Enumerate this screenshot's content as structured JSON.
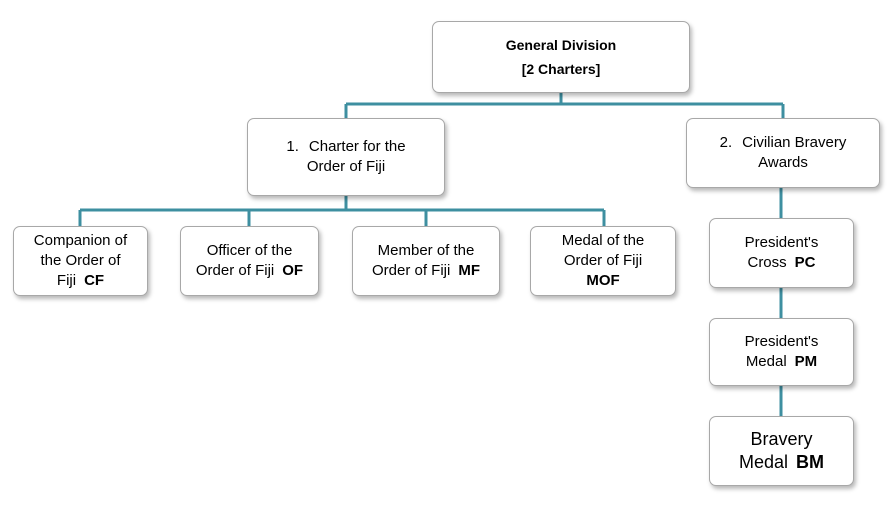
{
  "colors": {
    "connector": "#3e8fa0",
    "box_border": "#a8a8a8"
  },
  "root": {
    "line1": "General Division",
    "line2": "[2 Charters]"
  },
  "charter1": {
    "number": "1.",
    "line1": "Charter for the",
    "line2": "Order of Fiji"
  },
  "charter2": {
    "number": "2.",
    "line1": "Civilian Bravery",
    "line2": "Awards"
  },
  "fiji_awards": [
    {
      "line1": "Companion of",
      "line2": "the Order of",
      "line3": "Fiji",
      "abbr": "CF"
    },
    {
      "line1": "Officer of the",
      "line2": "Order of Fiji",
      "abbr": "OF"
    },
    {
      "line1": "Member of the",
      "line2": "Order of Fiji",
      "abbr": "MF"
    },
    {
      "line1": "Medal of the",
      "line2": "Order of Fiji",
      "abbr": "MOF"
    }
  ],
  "bravery_awards": [
    {
      "line1": "President's",
      "line2": "Cross",
      "abbr": "PC"
    },
    {
      "line1": "President's",
      "line2": "Medal",
      "abbr": "PM"
    },
    {
      "line1": "Bravery",
      "line2": "Medal",
      "abbr": "BM"
    }
  ]
}
